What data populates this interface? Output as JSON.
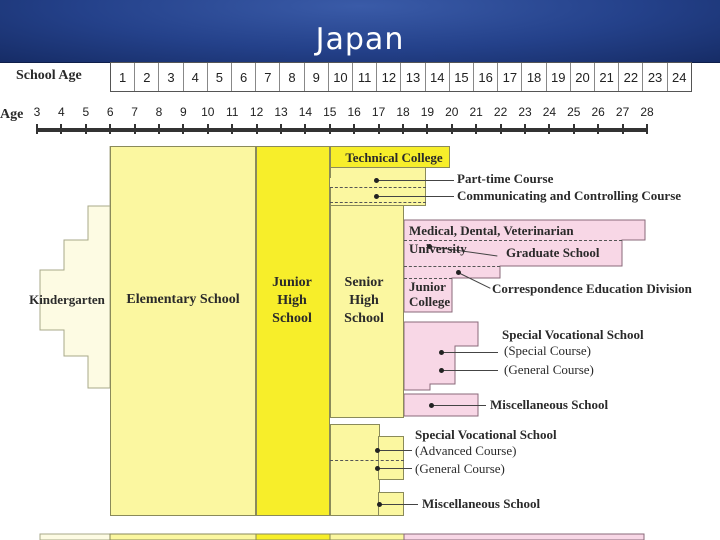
{
  "title": "Japan",
  "school_age_label": "School Age",
  "school_ages": [
    "1",
    "2",
    "3",
    "4",
    "5",
    "6",
    "7",
    "8",
    "9",
    "10",
    "11",
    "12",
    "13",
    "14",
    "15",
    "16",
    "17",
    "18",
    "19",
    "20",
    "21",
    "22",
    "23",
    "24"
  ],
  "age_label": "Age",
  "ages": [
    "3",
    "4",
    "5",
    "6",
    "7",
    "8",
    "9",
    "10",
    "11",
    "12",
    "13",
    "14",
    "15",
    "16",
    "17",
    "18",
    "19",
    "20",
    "21",
    "22",
    "23",
    "24",
    "25",
    "26",
    "27",
    "28"
  ],
  "stages": {
    "kindergarten": "Kindergarten",
    "elementary": "Elementary School",
    "junior_high": "Junior High School",
    "senior_high": "Senior High School",
    "technical_college": "Technical College"
  },
  "annotations": {
    "part_time": "Part-time Course",
    "communicating": "Communicating and Controlling Course",
    "medical": "Medical, Dental, Veterinarian",
    "university": "University",
    "graduate": "Graduate School",
    "junior_college": "Junior College",
    "correspondence": "Correspondence Education Division",
    "svs1": "Special Vocational School",
    "svs1_special": "(Special Course)",
    "svs1_general": "(General Course)",
    "misc1": "Miscellaneous School",
    "svs2": "Special Vocational School",
    "svs2_advanced": "(Advanced Course)",
    "svs2_general": "(General Course)",
    "misc2": "Miscellaneous School"
  },
  "colors": {
    "header": "#24418a",
    "light_yellow": "#fbf7a0",
    "bright_yellow": "#f7ee2a",
    "cream": "#fdfbe3",
    "pink": "#f8d7e6"
  }
}
